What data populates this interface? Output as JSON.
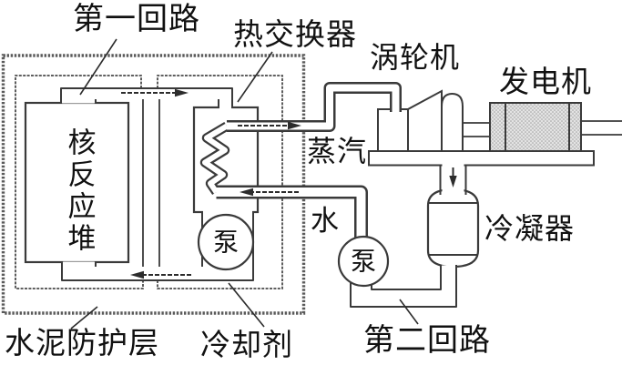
{
  "diagram": {
    "type": "nuclear-power-plant-schematic",
    "labels": {
      "primary_circuit": "第一回路",
      "heat_exchanger": "热交换器",
      "turbine": "涡轮机",
      "generator": "发电机",
      "steam": "蒸汽",
      "reactor": "核反应堆",
      "water": "水",
      "pump_primary": "泵",
      "pump_secondary": "泵",
      "condenser": "冷凝器",
      "concrete_shield": "水泥防护层",
      "coolant": "冷却剂",
      "secondary_circuit": "第二回路"
    },
    "colors": {
      "line": "#3a3a3a",
      "shield_line": "#5a5a5a",
      "generator_fill": "#e3e3e3",
      "background": "#ffffff"
    }
  }
}
